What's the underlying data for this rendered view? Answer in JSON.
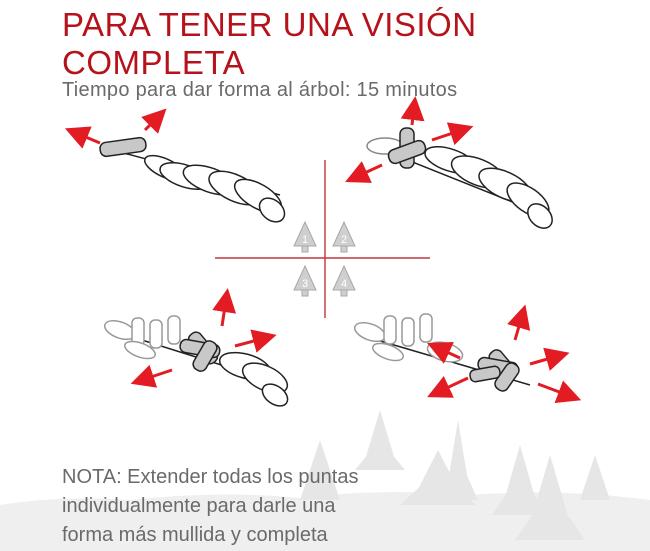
{
  "header": {
    "title_line1": "PARA TENER UNA VISIÓN",
    "title_line2": "COMPLETA",
    "subtitle": "Tiempo para dar forma al árbol: 15 minutos"
  },
  "steps": [
    "1",
    "2",
    "3",
    "4"
  ],
  "note": "NOTA: Extender todas los puntas individualmente para darle una forma más mullida y completa",
  "colors": {
    "accent": "#b5121b",
    "arrow": "#e31b23",
    "text": "#6a6a6a",
    "branch_fill": "#c8c8c8"
  }
}
